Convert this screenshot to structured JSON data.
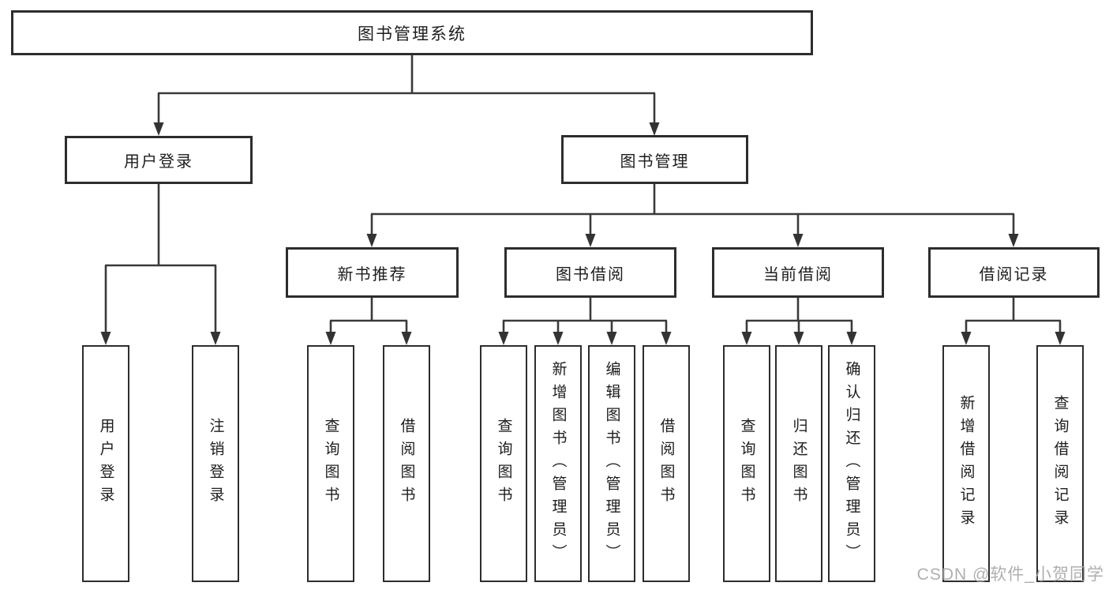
{
  "diagram_type": "hierarchy-tree",
  "tree": {
    "root": {
      "label": "图书管理系统",
      "children": [
        {
          "label": "用户登录",
          "children": [
            {
              "label": "用户登录"
            },
            {
              "label": "注销登录"
            }
          ]
        },
        {
          "label": "图书管理",
          "children": [
            {
              "label": "新书推荐",
              "children": [
                {
                  "label": "查询图书"
                },
                {
                  "label": "借阅图书"
                }
              ]
            },
            {
              "label": "图书借阅",
              "children": [
                {
                  "label": "查询图书"
                },
                {
                  "label": "新增图书（管理员）"
                },
                {
                  "label": "编辑图书（管理员）"
                },
                {
                  "label": "借阅图书"
                }
              ]
            },
            {
              "label": "当前借阅",
              "children": [
                {
                  "label": "查询图书"
                },
                {
                  "label": "归还图书"
                },
                {
                  "label": "确认归还（管理员）"
                }
              ]
            },
            {
              "label": "借阅记录",
              "children": [
                {
                  "label": "新增借阅记录"
                },
                {
                  "label": "查询借阅记录"
                }
              ]
            }
          ]
        }
      ]
    }
  },
  "watermark": {
    "text": "CSDN @软件_小贺同学"
  },
  "colors": {
    "background": "#ffffff",
    "box_border": "#2d2d2d",
    "line": "#3a3a3a",
    "text": "#1d1d1d",
    "watermark": "#a8a5a5"
  }
}
